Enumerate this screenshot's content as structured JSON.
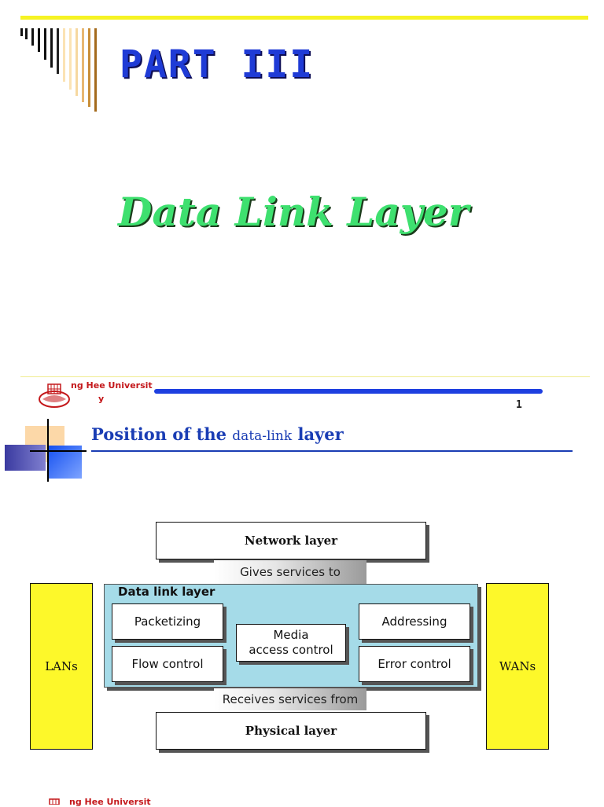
{
  "slide1": {
    "part_title": "PART III",
    "subtitle": "Data Link Layer"
  },
  "footer": {
    "university_line1": "ng Hee Universit",
    "university_line2": "y",
    "page_number": "1"
  },
  "slide2": {
    "title_part1": "Position of the ",
    "title_part2": "data-link",
    "title_part3": " layer"
  },
  "diagram": {
    "network_layer": "Network layer",
    "gives_services": "Gives services to",
    "data_link_layer": "Data link layer",
    "packetizing": "Packetizing",
    "addressing": "Addressing",
    "media_access_line1": "Media",
    "media_access_line2": "access control",
    "flow_control": "Flow control",
    "error_control": "Error control",
    "receives_services": "Receives services from",
    "physical_layer": "Physical layer",
    "lans": "LANs",
    "wans": "WANs"
  },
  "bottom_footer": {
    "university_line1": "ng Hee Universit"
  },
  "colors": {
    "title_blue": "#1f3bd6",
    "subtitle_green": "#3ee06f",
    "panel_blue": "#a5dbe8",
    "side_yellow": "#fdf82a",
    "uni_red": "#c4181b"
  }
}
